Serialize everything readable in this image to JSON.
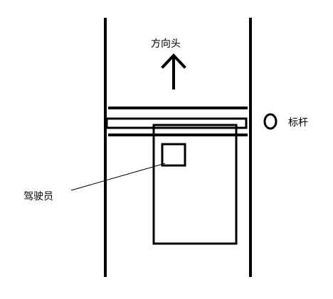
{
  "labels": {
    "direction": "方向头",
    "pole": "标杆",
    "driver": "驾驶员"
  },
  "colors": {
    "ink": "#000000",
    "background": "#ffffff"
  }
}
